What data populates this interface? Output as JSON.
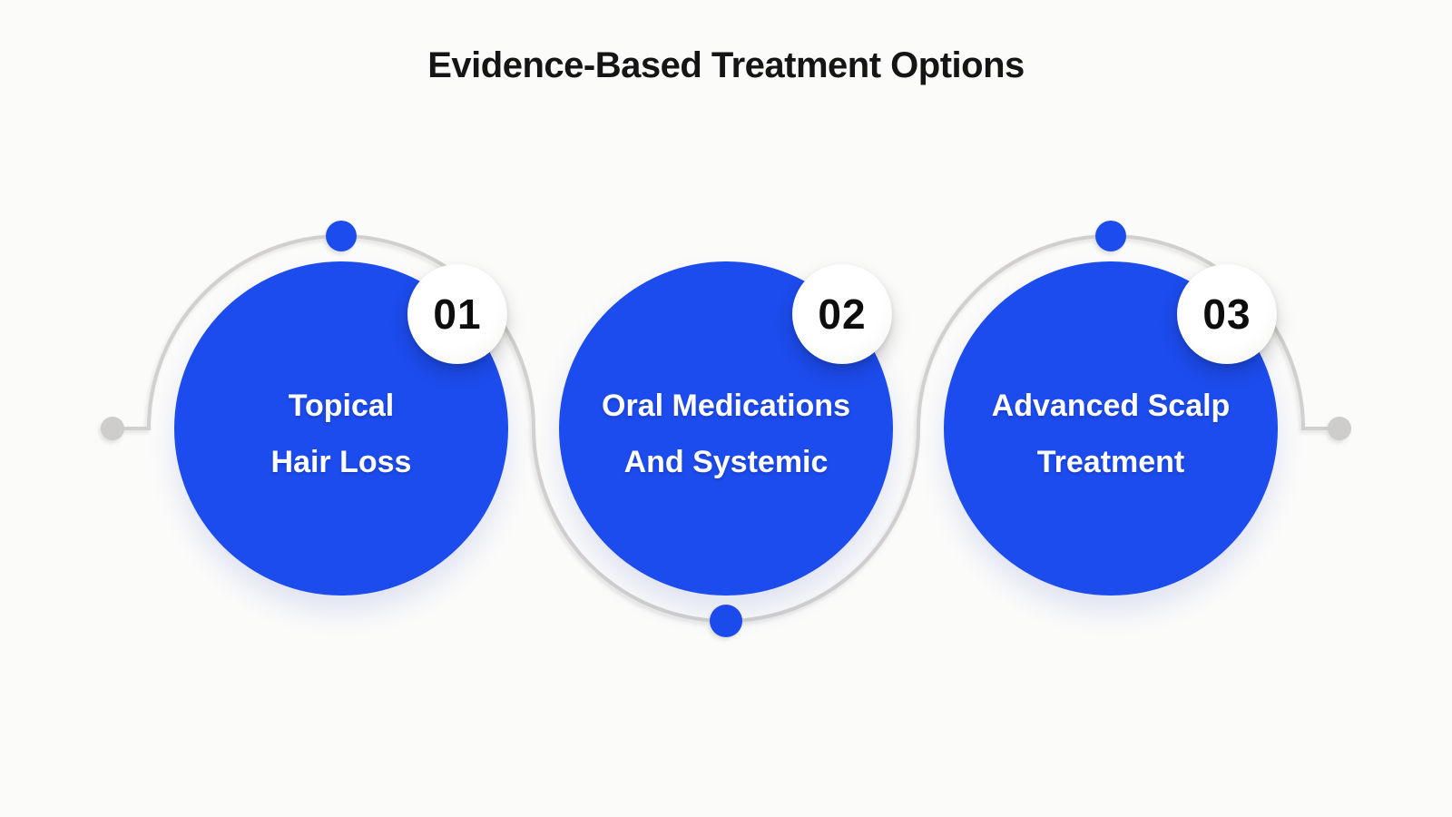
{
  "title": "Evidence-Based Treatment Options",
  "steps": [
    {
      "number": "01",
      "label_line1": "Topical",
      "label_line2": "Hair Loss"
    },
    {
      "number": "02",
      "label_line1": "Oral Medications",
      "label_line2": "And Systemic"
    },
    {
      "number": "03",
      "label_line1": "Advanced Scalp",
      "label_line2": "Treatment"
    }
  ],
  "colors": {
    "accent_blue": "#1d4cee",
    "connector_gray": "#d2d0ce",
    "endpoint_gray": "#cfcdcb",
    "badge_background": "#ffffff",
    "badge_number": "#0d0d0d",
    "title_text": "#151515",
    "circle_text": "#ffffff",
    "background": "#fbfbfa"
  }
}
